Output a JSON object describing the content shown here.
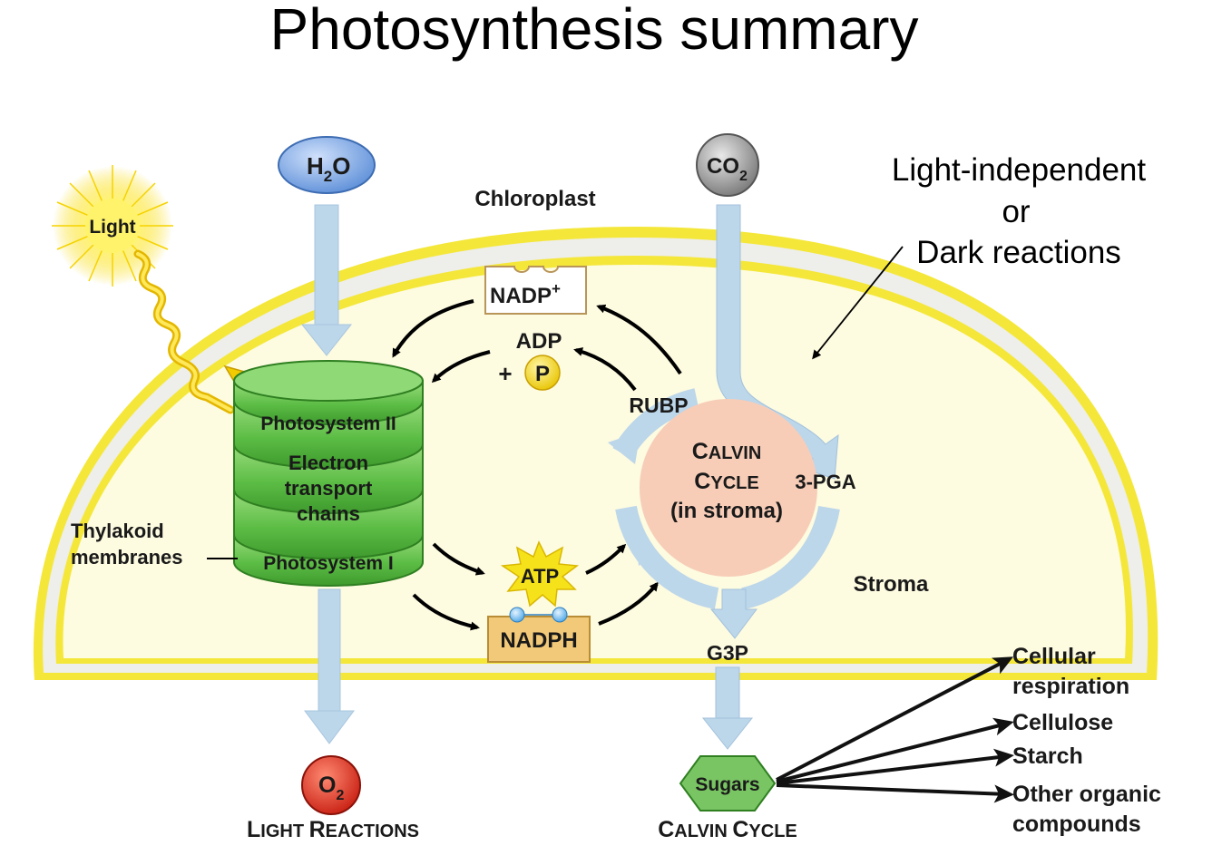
{
  "title": "Photosynthesis summary",
  "labels": {
    "h2o_main": "H",
    "h2o_sub": "2",
    "h2o_end": "O",
    "co2_main": "CO",
    "co2_sub": "2",
    "o2_main": "O",
    "o2_sub": "2",
    "light": "Light",
    "chloroplast": "Chloroplast",
    "nadp_plus": "NADP",
    "nadp_sup": "+",
    "adp": "ADP",
    "plus": "+",
    "p": "P",
    "rubp": "RUBP",
    "photosystem_ii": "Photosystem II",
    "electron": "Electron",
    "transport": "transport",
    "chains": "chains",
    "photosystem_i": "Photosystem I",
    "thylakoid": "Thylakoid",
    "membranes": "membranes",
    "atp": "ATP",
    "nadph": "NADPH",
    "calvin_c": "C",
    "calvin_rest": "ALVIN",
    "cycle_c": "C",
    "cycle_rest": "YCLE",
    "in_stroma": "(in stroma)",
    "pga": "3-PGA",
    "stroma": "Stroma",
    "g3p": "G3P",
    "sugars": "Sugars",
    "light_reactions_l": "L",
    "light_reactions_ight": "IGHT ",
    "light_reactions_r": "R",
    "light_reactions_eactions": "EACTIONS",
    "calvin_cycle_c1": "C",
    "calvin_cycle_alvin": "ALVIN ",
    "calvin_cycle_c2": "C",
    "calvin_cycle_ycle": "YCLE",
    "cellular": "Cellular",
    "respiration": "respiration",
    "cellulose": "Cellulose",
    "starch": "Starch",
    "other_organic": "Other organic",
    "compounds": "compounds",
    "light_independent": "Light-independent",
    "or": "or",
    "dark_reactions": "Dark reactions"
  },
  "colors": {
    "membrane": "#f4e73a",
    "stroma_fill": "#fdfbe0",
    "thylakoid_green": "#5fc04a",
    "flow_arrow": "#bcd6ea",
    "calvin_center": "#f7cdb8",
    "h2o": "#6f9fe0",
    "co2": "#8c8c8c",
    "o2": "#d62a1e",
    "atp": "#f6e21b",
    "nadph": "#f2c978",
    "sugars": "#79c463"
  }
}
